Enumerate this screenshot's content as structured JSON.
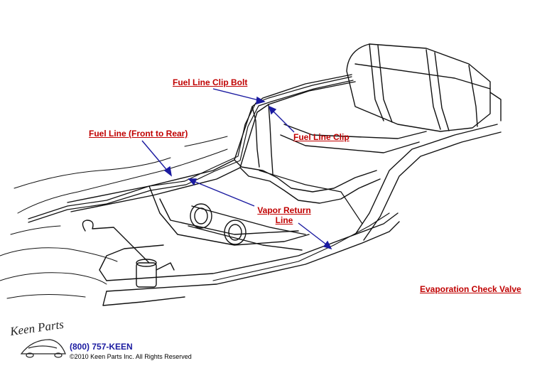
{
  "callouts": {
    "fuel_line_clip_bolt": "Fuel Line Clip Bolt",
    "fuel_line_front_to_rear": "Fuel Line (Front to Rear)",
    "fuel_line_clip": "Fuel Line Clip",
    "vapor_return_line_1": "Vapor Return",
    "vapor_return_line_2": "Line",
    "evaporation_check_valve": "Evaporation Check Valve"
  },
  "footer": {
    "logo": "Keen Parts",
    "phone": "(800) 757-KEEN",
    "copyright": "©2010 Keen Parts Inc. All Rights Reserved"
  },
  "colors": {
    "callout_text": "#c00000",
    "arrow": "#1a1aa0",
    "line_art": "#111111"
  }
}
